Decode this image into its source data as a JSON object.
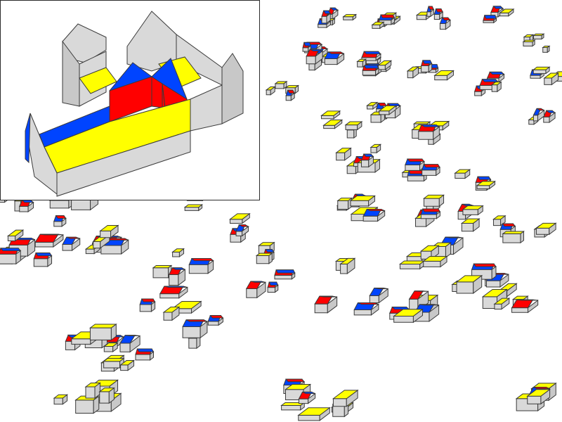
{
  "colors": {
    "wall": "#d9d9d9",
    "wall_dark": "#c8c8c8",
    "outline": "#3a3a3a",
    "flat_roof": "#ffff00",
    "roof_red": "#ff0000",
    "roof_blue": "#0044ff",
    "background": "#ffffff"
  },
  "legend_semantics": {
    "flat_roof": "yellow",
    "gable_roof_side_a": "red",
    "gable_roof_side_b": "blue"
  }
}
